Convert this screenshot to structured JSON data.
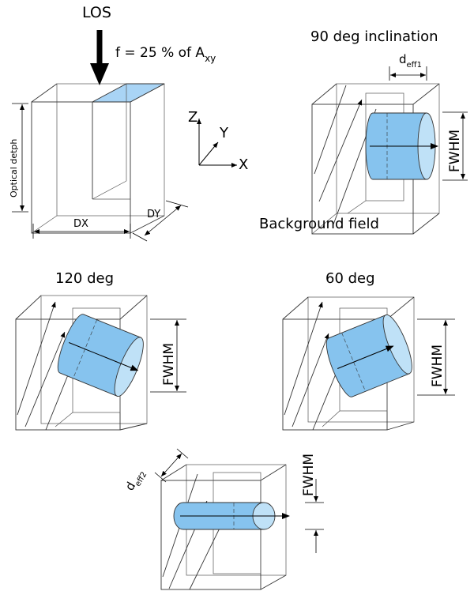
{
  "top_left": {
    "los_label": "LOS",
    "f_label_main": "f = 25 % of A",
    "f_label_sub": "xy",
    "optical_depth_label": "Optical detph",
    "dx_label": "DX",
    "dy_label": "DY"
  },
  "axes": {
    "z_label": "Z",
    "y_label": "Y",
    "x_label": "X"
  },
  "top_right": {
    "title": "90 deg inclination",
    "deff1_main": "d",
    "deff1_sub": "eff1",
    "fwhm_label": "FWHM",
    "background_label": "Background field"
  },
  "mid_left": {
    "title": "120 deg",
    "fwhm_label": "FWHM"
  },
  "mid_right": {
    "title": "60 deg",
    "fwhm_label": "FWHM"
  },
  "bottom": {
    "deff2_main": "d",
    "deff2_sub": "eff2",
    "fwhm_label": "FWHM"
  },
  "colors": {
    "cylinder_fill": "#86c3ee",
    "cylinder_cap": "#bfe1f7",
    "patch_fill": "#a9d4f5"
  }
}
